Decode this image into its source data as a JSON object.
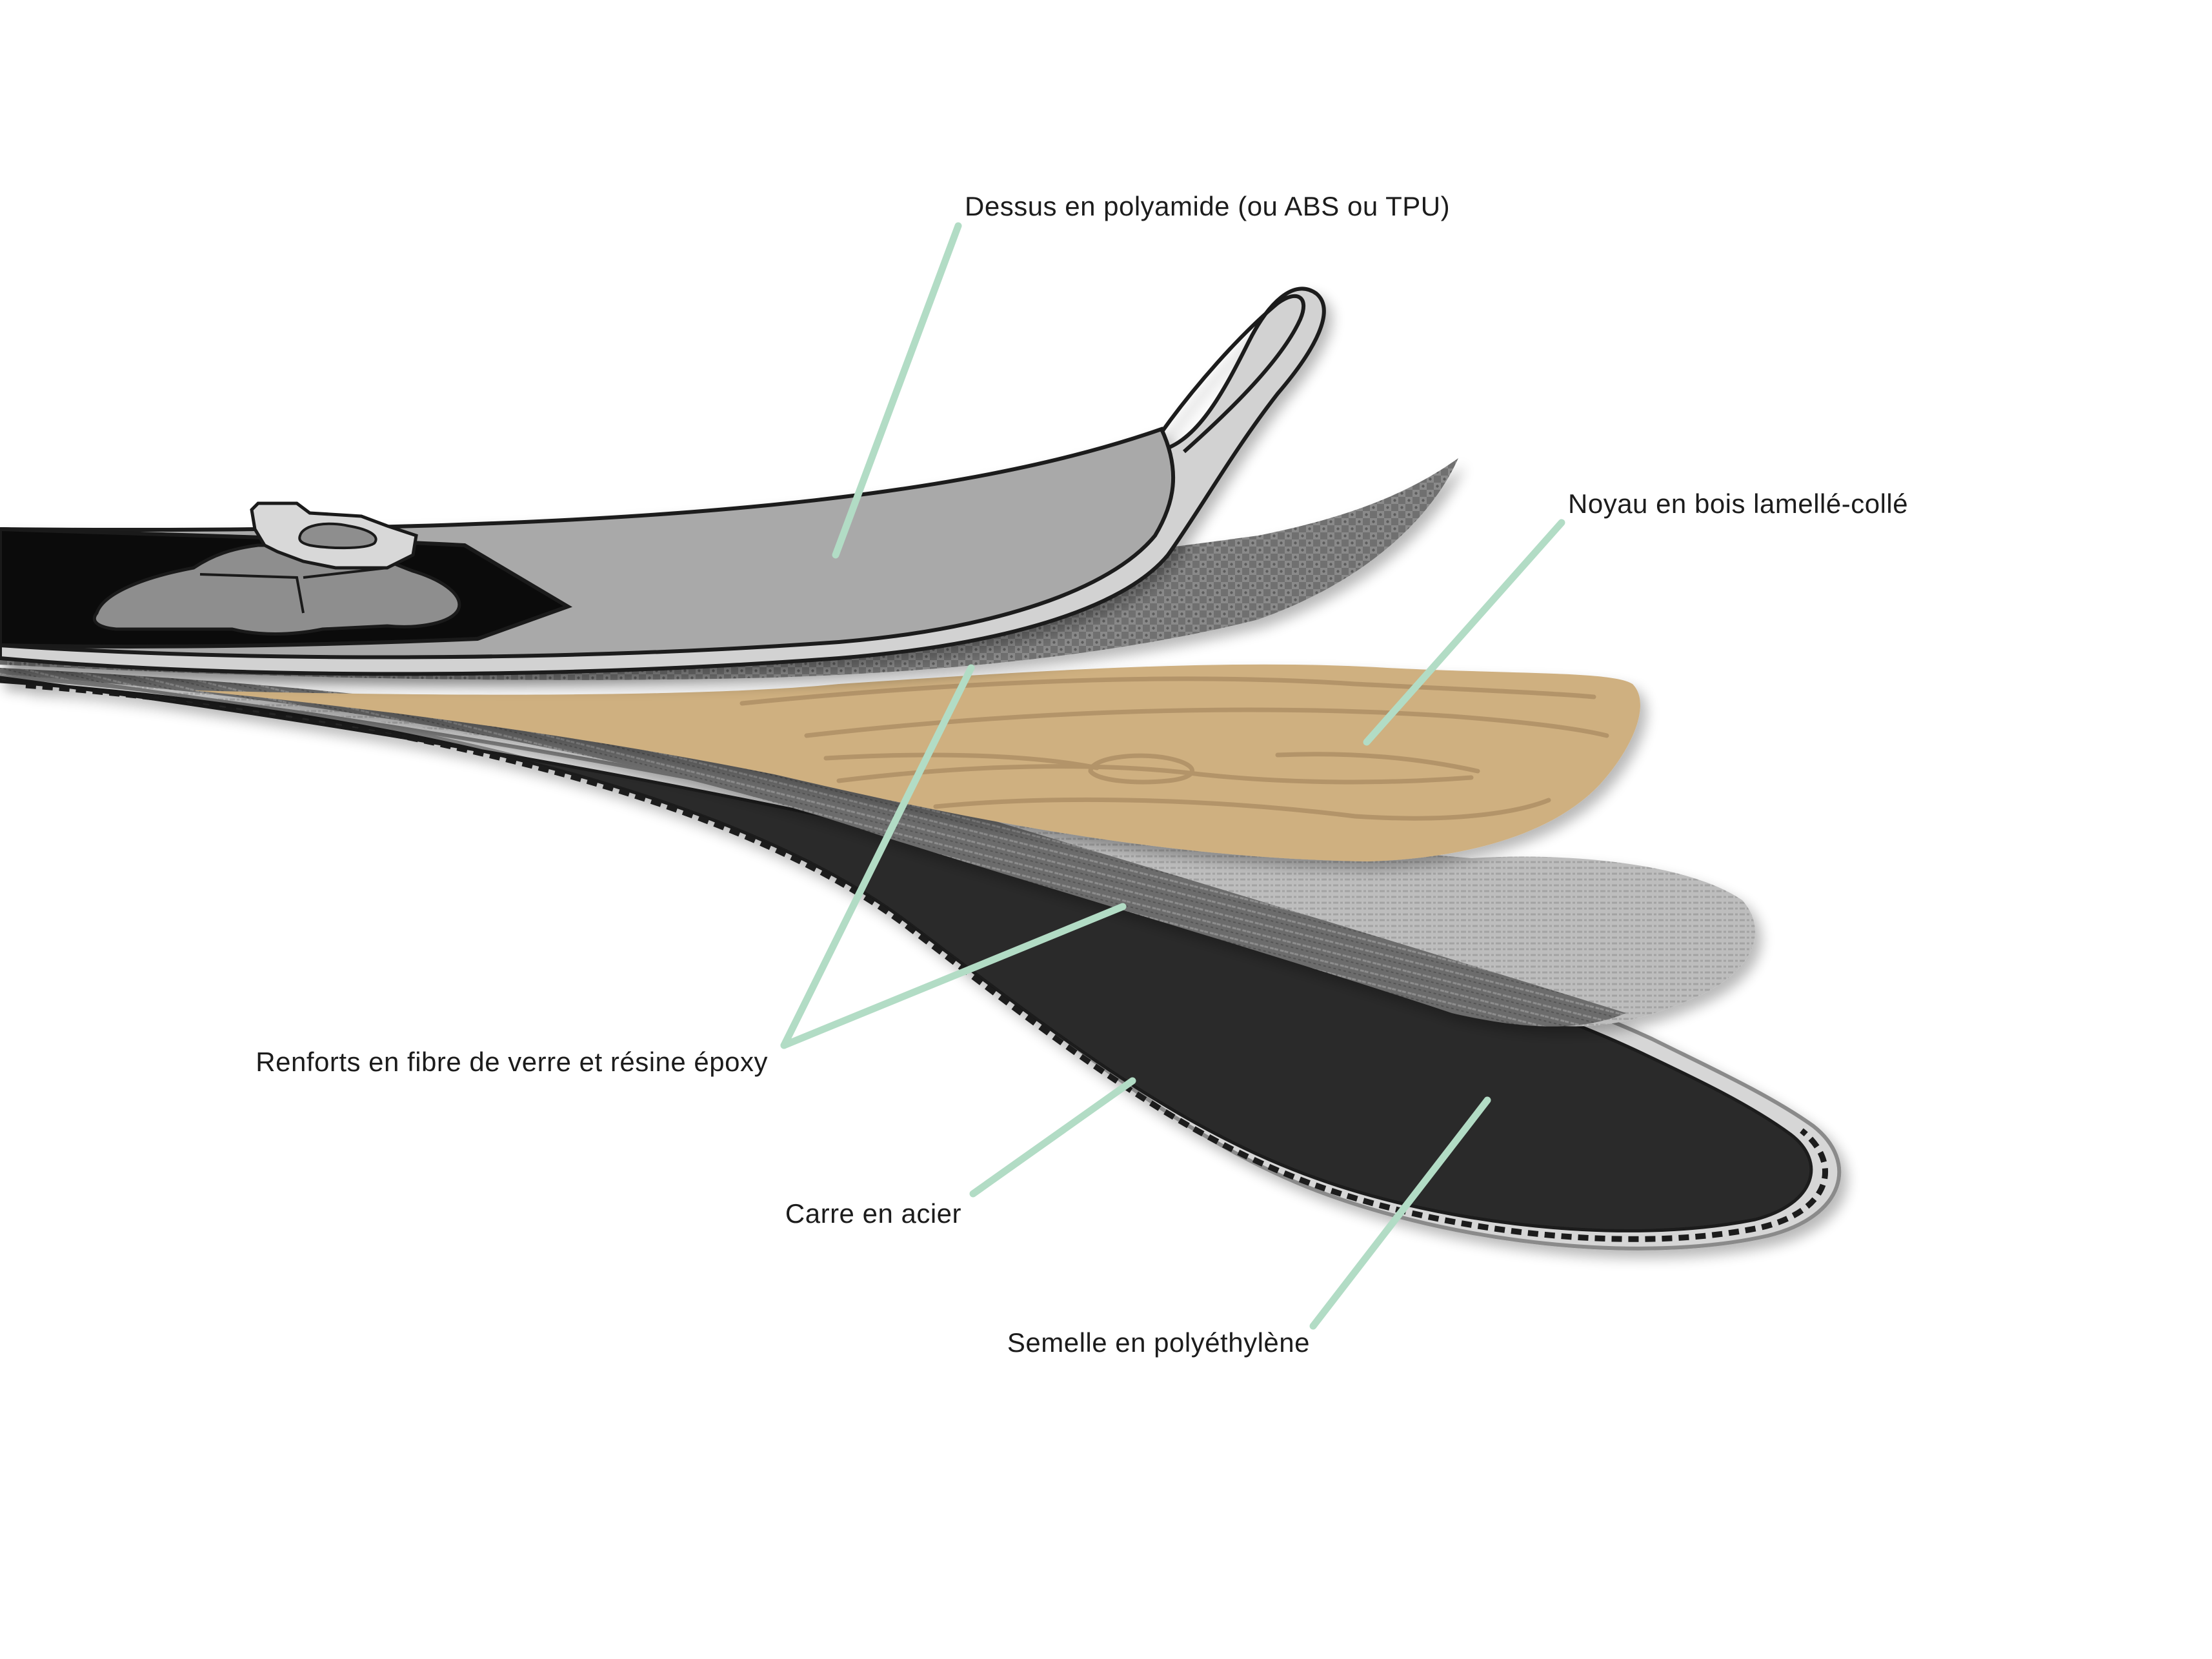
{
  "colors": {
    "leader_line": "#b2dcc5",
    "topsheet": "#a9a9a9",
    "topsheet_edge": "#d2d2d2",
    "outline": "#1a1a1a",
    "wood_core": "#cfb080",
    "wood_grain": "#b39469",
    "fiberglass_dark": "#7b7b7b",
    "fiberglass_light": "#bcbcbc",
    "base": "#2c2c2c",
    "steel_edge": "#d6d6d6",
    "binding": "#8e8e8e",
    "boot_plate": "#0b0b0b"
  },
  "labels": {
    "topsheet": "Dessus en polyamide (ou ABS ou TPU)",
    "core": "Noyau en bois lamellé-collé",
    "reinforcement": "Renforts en fibre de verre et résine époxy",
    "edge": "Carre en acier",
    "base": "Semelle en polyéthylène"
  }
}
